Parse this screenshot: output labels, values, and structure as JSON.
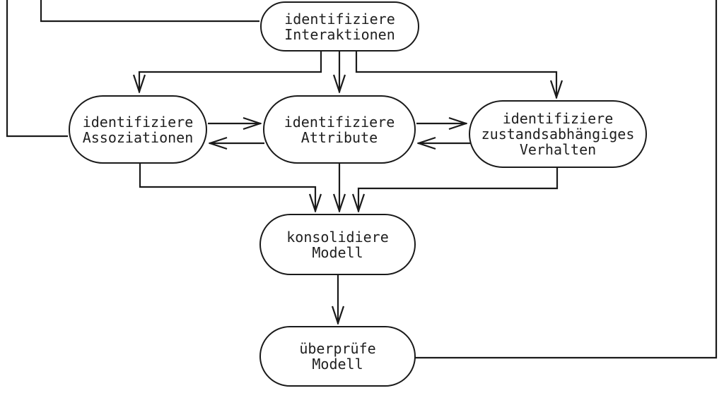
{
  "colors": {
    "line": "#1a1a1a",
    "text": "#1f1f1f",
    "background": "#ffffff"
  },
  "nodes": {
    "interaktionen": {
      "lines": [
        "identifiziere",
        "Interaktionen"
      ]
    },
    "assoziationen": {
      "lines": [
        "identifiziere",
        "Assoziationen"
      ]
    },
    "attribute": {
      "lines": [
        "identifiziere",
        "Attribute"
      ]
    },
    "verhalten": {
      "lines": [
        "identifiziere",
        "zustandsabhängiges",
        "Verhalten"
      ]
    },
    "konsolidiere": {
      "lines": [
        "konsolidiere",
        "Modell"
      ]
    },
    "ueberpruefe": {
      "lines": [
        "überprüfe",
        "Modell"
      ]
    }
  },
  "edges": [
    {
      "from": "offscreen-top",
      "to": "identifiziere Interaktionen",
      "arrowhead": false
    },
    {
      "from": "offscreen-top",
      "to": "identifiziere Assoziationen",
      "arrowhead": false
    },
    {
      "from": "identifiziere Interaktionen",
      "to": "identifiziere Assoziationen",
      "arrowhead": true
    },
    {
      "from": "identifiziere Interaktionen",
      "to": "identifiziere Attribute",
      "arrowhead": true
    },
    {
      "from": "identifiziere Interaktionen",
      "to": "identifiziere zustandsabhängiges Verhalten",
      "arrowhead": true
    },
    {
      "from": "identifiziere Assoziationen",
      "to": "identifiziere Attribute",
      "arrowhead": true
    },
    {
      "from": "identifiziere Attribute",
      "to": "identifiziere Assoziationen",
      "arrowhead": true
    },
    {
      "from": "identifiziere Attribute",
      "to": "identifiziere zustandsabhängiges Verhalten",
      "arrowhead": true
    },
    {
      "from": "identifiziere zustandsabhängiges Verhalten",
      "to": "identifiziere Attribute",
      "arrowhead": true
    },
    {
      "from": "identifiziere Assoziationen",
      "to": "konsolidiere Modell",
      "arrowhead": true
    },
    {
      "from": "identifiziere Attribute",
      "to": "konsolidiere Modell",
      "arrowhead": true
    },
    {
      "from": "identifiziere zustandsabhängiges Verhalten",
      "to": "konsolidiere Modell",
      "arrowhead": true
    },
    {
      "from": "konsolidiere Modell",
      "to": "überprüfe Modell",
      "arrowhead": true
    },
    {
      "from": "überprüfe Modell",
      "to": "offscreen-top-right",
      "arrowhead": false
    }
  ]
}
